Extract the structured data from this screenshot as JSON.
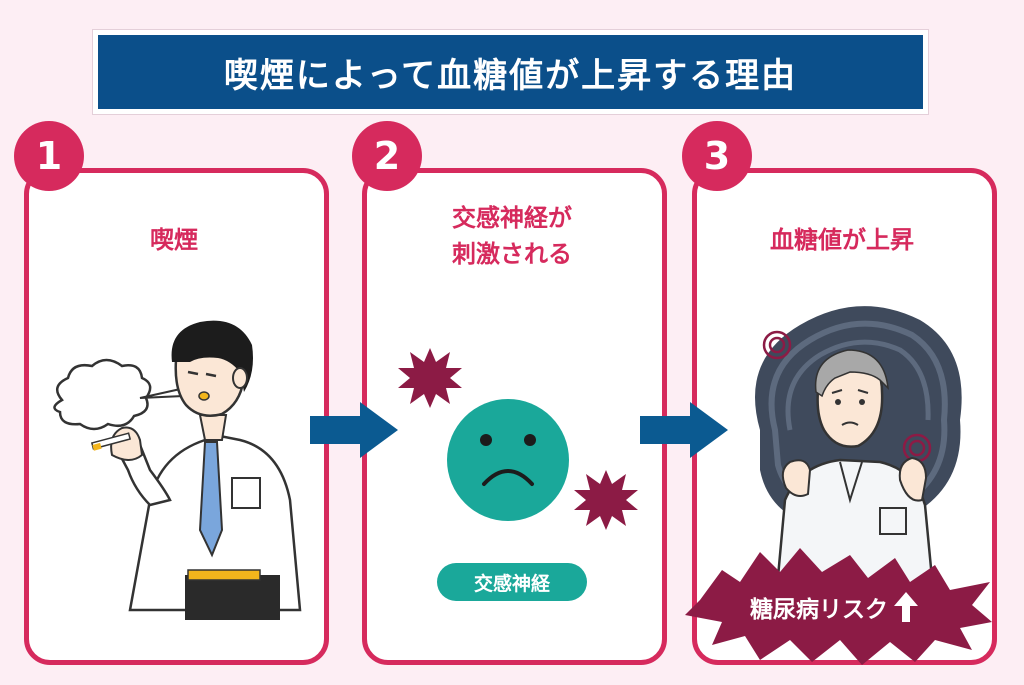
{
  "title": "喫煙によって血糖値が上昇する理由",
  "steps": [
    {
      "number": "1",
      "label": "喫煙"
    },
    {
      "number": "2",
      "label": "交感神経が\n刺激される"
    },
    {
      "number": "3",
      "label": "血糖値が上昇"
    }
  ],
  "sympathetic_badge": "交感神経",
  "risk_text": "糖尿病リスク",
  "colors": {
    "title_bg": "#0b4f8a",
    "accent_pink": "#d62a5d",
    "arrow_blue": "#0b5a91",
    "teal": "#1aa89a",
    "burst_dark": "#8c1b45"
  },
  "icons": [
    "smoking-man",
    "sad-face-icon",
    "starburst-icon",
    "anxious-man",
    "up-arrow-icon"
  ]
}
